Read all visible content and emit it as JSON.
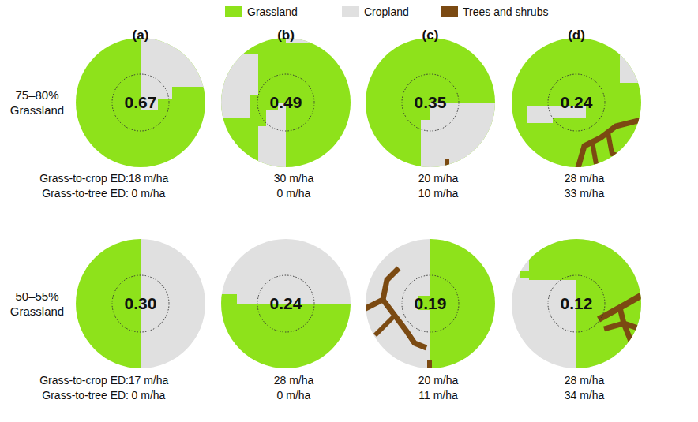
{
  "diagram": {
    "nodes": [
      {
        "text": [
          "0.67"
        ]
      },
      {
        "text": [
          "0.49"
        ]
      },
      {
        "text": [
          "0.35"
        ]
      },
      {
        "text": [
          "0.24"
        ]
      },
      {
        "text": [
          "0.30"
        ]
      },
      {
        "text": [
          "0.24"
        ]
      },
      {
        "text": [
          "0.19"
        ]
      },
      {
        "text": [
          "0.12"
        ]
      }
    ],
    "labels": [
      "(a)",
      "(b)",
      "(c)",
      "(d)",
      "75–80% Grassland",
      "Grass-to-crop ED:",
      "18 m/ha",
      "30 m/ha",
      "20 m/ha",
      "28 m/ha",
      "Grass-to-tree ED:",
      "0 m/ha",
      "0 m/ha",
      "10 m/ha",
      "33 m/ha",
      "50–55% Grassland",
      "Grass-to-crop ED:",
      "17 m/ha",
      "28 m/ha",
      "20 m/ha",
      "28 m/ha",
      "Grass-to-tree ED:",
      "0 m/ha",
      "0 m/ha",
      "11 m/ha",
      "34 m/ha"
    ],
    "legend": [
      {
        "text": "Grassland",
        "color": "#8ee21b"
      },
      {
        "text": "Cropland",
        "color": "#e0e0e0"
      },
      {
        "text": "Trees and shrubs",
        "color": "#7b4a12"
      }
    ]
  }
}
